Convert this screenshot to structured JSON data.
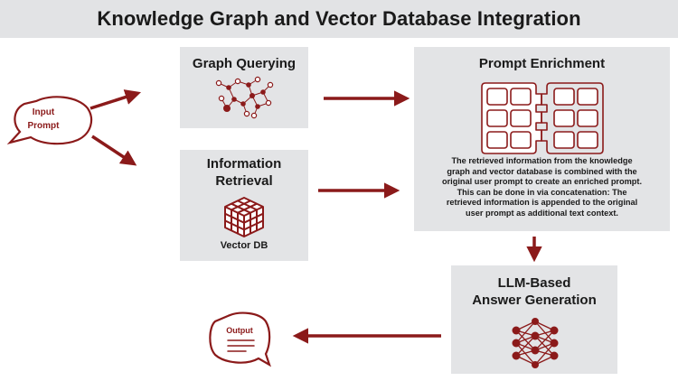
{
  "title": "Knowledge Graph and Vector Database Integration",
  "input_bubble": {
    "label_line1": "Input",
    "label_line2": "Prompt"
  },
  "output_bubble": {
    "label": "Output"
  },
  "graph_querying": {
    "title": "Graph Querying",
    "icon": "graph-network-icon"
  },
  "information_retrieval": {
    "title_line1": "Information",
    "title_line2": "Retrieval",
    "icon": "cube-database-icon",
    "caption": "Vector DB"
  },
  "prompt_enrichment": {
    "title": "Prompt Enrichment",
    "icon": "puzzle-grid-icon",
    "description_lines": [
      "The retrieved information from the knowledge",
      "graph and vector database is combined with the",
      "original user prompt to create an enriched prompt.",
      "This can be done in via concatenation: The",
      "retrieved information is appended to the original",
      "user prompt as additional text context."
    ]
  },
  "llm_answer": {
    "title_line1": "LLM-Based",
    "title_line2": "Answer Generation",
    "icon": "neural-network-icon"
  },
  "colors": {
    "accent": "#8b1a1a",
    "box_background": "#e3e4e6",
    "title_bar": "#e2e3e5",
    "text": "#1a1a1a"
  }
}
